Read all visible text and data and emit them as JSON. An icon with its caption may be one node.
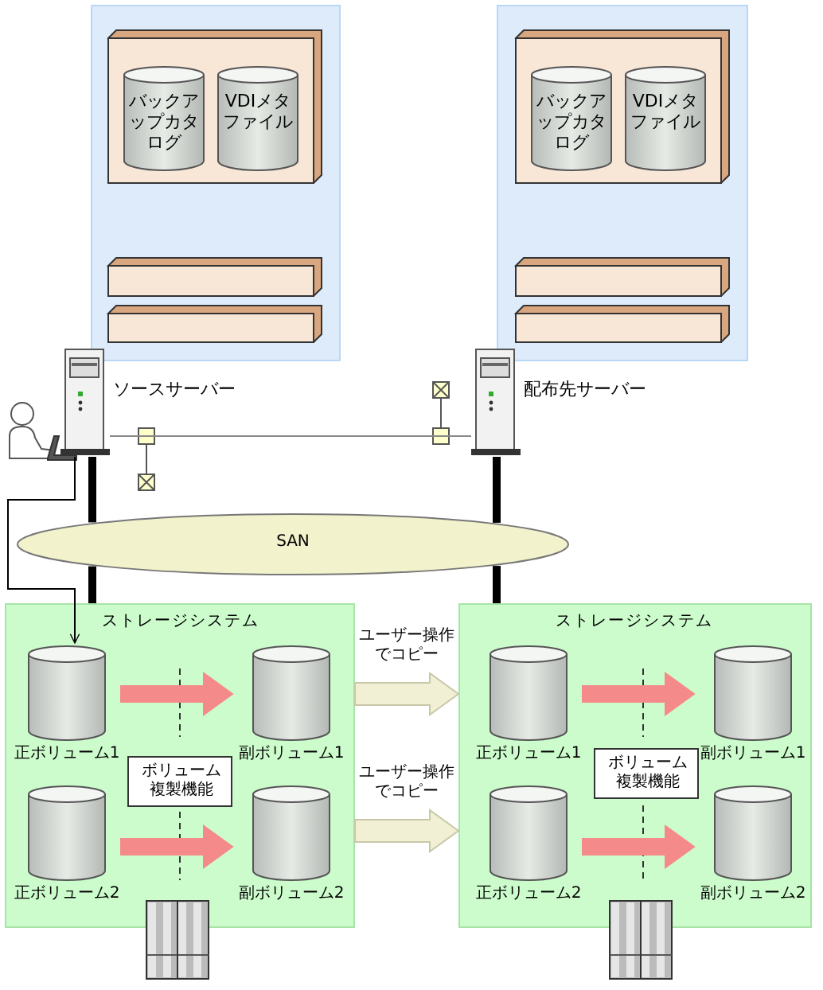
{
  "diagram": {
    "nodes": [
      {
        "text": [],
        "shape": "box"
      },
      {
        "text": [],
        "shape": "box",
        "in": 0
      },
      {
        "text": [
          "バックアップカタログ"
        ],
        "in": 1
      },
      {
        "text": [
          "VDIメタファイル"
        ],
        "in": 1
      },
      {
        "text": [],
        "shape": "box",
        "in": 0
      },
      {
        "text": [],
        "shape": "box",
        "in": 0
      },
      {
        "text": [],
        "shape": "box"
      },
      {
        "text": [],
        "shape": "box",
        "in": 6
      },
      {
        "text": [
          "バックアップカタログ"
        ],
        "in": 7
      },
      {
        "text": [
          "VDIメタファイル"
        ],
        "in": 7
      },
      {
        "text": [],
        "shape": "box",
        "in": 6
      },
      {
        "text": [],
        "shape": "box",
        "in": 6
      },
      {
        "text": [],
        "shape": "server",
        "beside": [
          "ソースサーバー"
        ]
      },
      {
        "text": [],
        "shape": "server",
        "beside": [
          "配布先サーバー"
        ]
      },
      {
        "text": [],
        "shape": "person"
      },
      {
        "text": [
          "SAN"
        ]
      },
      {
        "text": [
          "ストレージシステム"
        ]
      },
      {
        "text": [
          "正ボリューム1"
        ],
        "in": 16
      },
      {
        "text": [
          "副ボリューム1"
        ],
        "in": 16
      },
      {
        "text": [
          "ボリューム複製機能"
        ],
        "in": 16
      },
      {
        "text": [
          "正ボリューム2"
        ],
        "in": 16
      },
      {
        "text": [
          "副ボリューム2"
        ],
        "in": 16
      },
      {
        "text": [
          "ストレージシステム"
        ]
      },
      {
        "text": [
          "正ボリューム1"
        ],
        "in": 22
      },
      {
        "text": [
          "副ボリューム1"
        ],
        "in": 22
      },
      {
        "text": [
          "ボリューム複製機能"
        ],
        "in": 22
      },
      {
        "text": [
          "正ボリューム2"
        ],
        "in": 22
      },
      {
        "text": [
          "副ボリューム2"
        ],
        "in": 22
      }
    ],
    "edges": [
      {
        "from": 12,
        "to": 13,
        "arrow": "none",
        "color": "#888888"
      },
      {
        "from": 12,
        "to": 15,
        "arrow": "none",
        "style": "thick"
      },
      {
        "from": 15,
        "to": 16,
        "arrow": "none",
        "style": "thick"
      },
      {
        "from": 13,
        "to": 15,
        "arrow": "none",
        "style": "thick"
      },
      {
        "from": 15,
        "to": 22,
        "arrow": "none",
        "style": "thick"
      },
      {
        "from": 12,
        "to": 17,
        "arrow": "to",
        "color": "#000000"
      },
      {
        "from": 17,
        "to": 18,
        "arrow": "to",
        "style": "thick",
        "color": "#f48a8a"
      },
      {
        "from": 20,
        "to": 21,
        "arrow": "to",
        "style": "thick",
        "color": "#f48a8a"
      },
      {
        "from": 23,
        "to": 24,
        "arrow": "to",
        "style": "thick",
        "color": "#f48a8a"
      },
      {
        "from": 26,
        "to": 27,
        "arrow": "to",
        "style": "thick",
        "color": "#f48a8a"
      },
      {
        "from": 16,
        "to": 22,
        "arrow": "to",
        "label": "ユーザー操作でコピー",
        "style": "thick",
        "color": "#f2f0d4"
      },
      {
        "from": 16,
        "to": 22,
        "arrow": "to",
        "label": "ユーザー操作でコピー",
        "style": "thick",
        "color": "#f2f0d4"
      }
    ]
  }
}
